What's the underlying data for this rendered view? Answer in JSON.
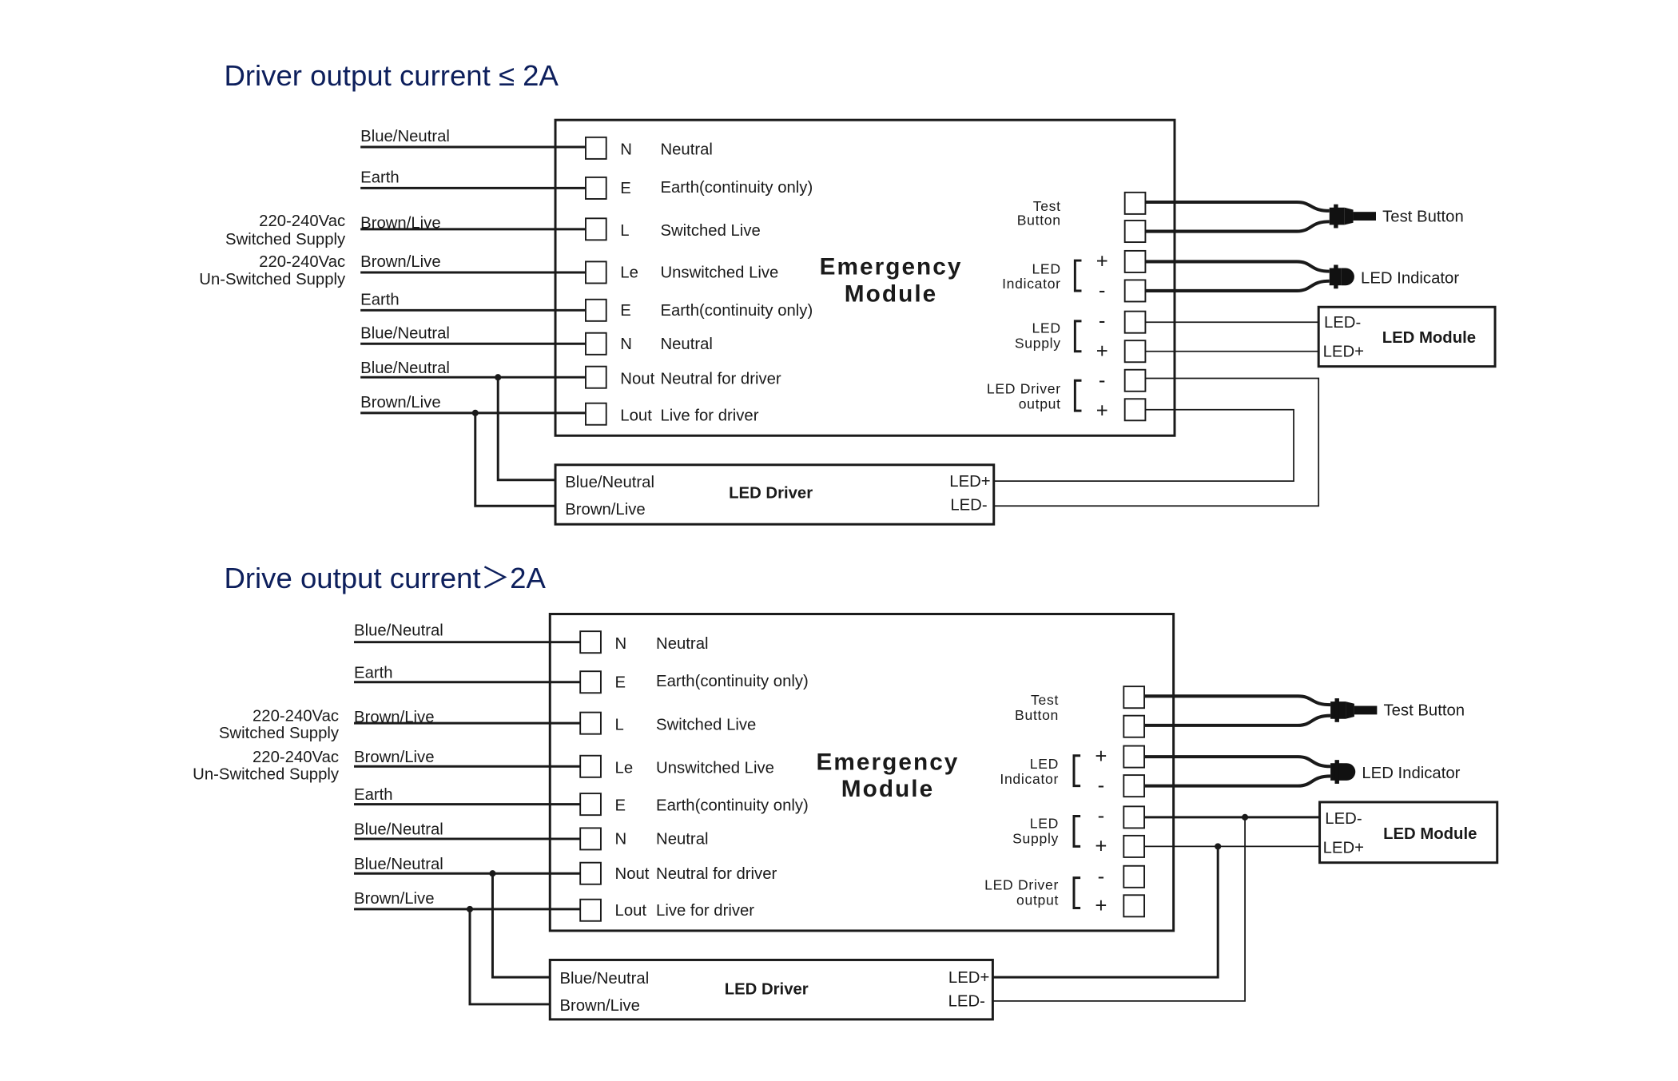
{
  "colors": {
    "title": "#0d1f5c",
    "line": "#1a1a1a"
  },
  "diagrams": [
    {
      "title": "Driver output current ≤ 2A",
      "supply_labels": {
        "switched_voltage": "220-240Vac",
        "switched_name": "Switched Supply",
        "unswitched_voltage": "220-240Vac",
        "unswitched_name": "Un-Switched Supply"
      },
      "input_wires": [
        "Blue/Neutral",
        "Earth",
        "Brown/Live",
        "Brown/Live",
        "Earth",
        "Blue/Neutral",
        "Blue/Neutral",
        "Brown/Live"
      ],
      "terminals_left": [
        {
          "code": "N",
          "name": "Neutral"
        },
        {
          "code": "E",
          "name": "Earth(continuity only)"
        },
        {
          "code": "L",
          "name": "Switched Live"
        },
        {
          "code": "Le",
          "name": "Unswitched Live"
        },
        {
          "code": "E",
          "name": "Earth(continuity only)"
        },
        {
          "code": "N",
          "name": "Neutral"
        },
        {
          "code": "Nout",
          "name": "Neutral for driver"
        },
        {
          "code": "Lout",
          "name": "Live for driver"
        }
      ],
      "module_title_1": "Emergency",
      "module_title_2": "Module",
      "right_groups": {
        "test_1": "Test",
        "test_2": "Button",
        "indicator_1": "LED",
        "indicator_2": "Indicator",
        "supply_1": "LED",
        "supply_2": "Supply",
        "driver_1": "LED Driver",
        "driver_2": "output"
      },
      "signs": {
        "ind_plus": "+",
        "ind_minus": "-",
        "sup_minus": "-",
        "sup_plus": "+",
        "drv_minus": "-",
        "drv_plus": "+"
      },
      "external": {
        "test_button": "Test Button",
        "led_indicator": "LED Indicator"
      },
      "led_module": {
        "title": "LED Module",
        "neg": "LED-",
        "pos": "LED+"
      },
      "led_driver": {
        "title": "LED Driver",
        "in_neutral": "Blue/Neutral",
        "in_live": "Brown/Live",
        "out_pos": "LED+",
        "out_neg": "LED-"
      },
      "wiring_mode": "Driver output routed through Emergency Module LED Driver output terminals"
    },
    {
      "title": "Drive output current＞2A",
      "supply_labels": {
        "switched_voltage": "220-240Vac",
        "switched_name": "Switched Supply",
        "unswitched_voltage": "220-240Vac",
        "unswitched_name": "Un-Switched Supply"
      },
      "input_wires": [
        "Blue/Neutral",
        "Earth",
        "Brown/Live",
        "Brown/Live",
        "Earth",
        "Blue/Neutral",
        "Blue/Neutral",
        "Brown/Live"
      ],
      "terminals_left": [
        {
          "code": "N",
          "name": "Neutral"
        },
        {
          "code": "E",
          "name": "Earth(continuity only)"
        },
        {
          "code": "L",
          "name": "Switched Live"
        },
        {
          "code": "Le",
          "name": "Unswitched Live"
        },
        {
          "code": "E",
          "name": "Earth(continuity only)"
        },
        {
          "code": "N",
          "name": "Neutral"
        },
        {
          "code": "Nout",
          "name": "Neutral for driver"
        },
        {
          "code": "Lout",
          "name": "Live for driver"
        }
      ],
      "module_title_1": "Emergency",
      "module_title_2": "Module",
      "right_groups": {
        "test_1": "Test",
        "test_2": "Button",
        "indicator_1": "LED",
        "indicator_2": "Indicator",
        "supply_1": "LED",
        "supply_2": "Supply",
        "driver_1": "LED Driver",
        "driver_2": "output"
      },
      "signs": {
        "ind_plus": "+",
        "ind_minus": "-",
        "sup_minus": "-",
        "sup_plus": "+",
        "drv_minus": "-",
        "drv_plus": "+"
      },
      "external": {
        "test_button": "Test Button",
        "led_indicator": "LED Indicator"
      },
      "led_module": {
        "title": "LED Module",
        "neg": "LED-",
        "pos": "LED+"
      },
      "led_driver": {
        "title": "LED Driver",
        "in_neutral": "Blue/Neutral",
        "in_live": "Brown/Live",
        "out_pos": "LED+",
        "out_neg": "LED-"
      },
      "wiring_mode": "Driver output connected directly to LED Module in parallel with LED Supply terminals"
    }
  ]
}
